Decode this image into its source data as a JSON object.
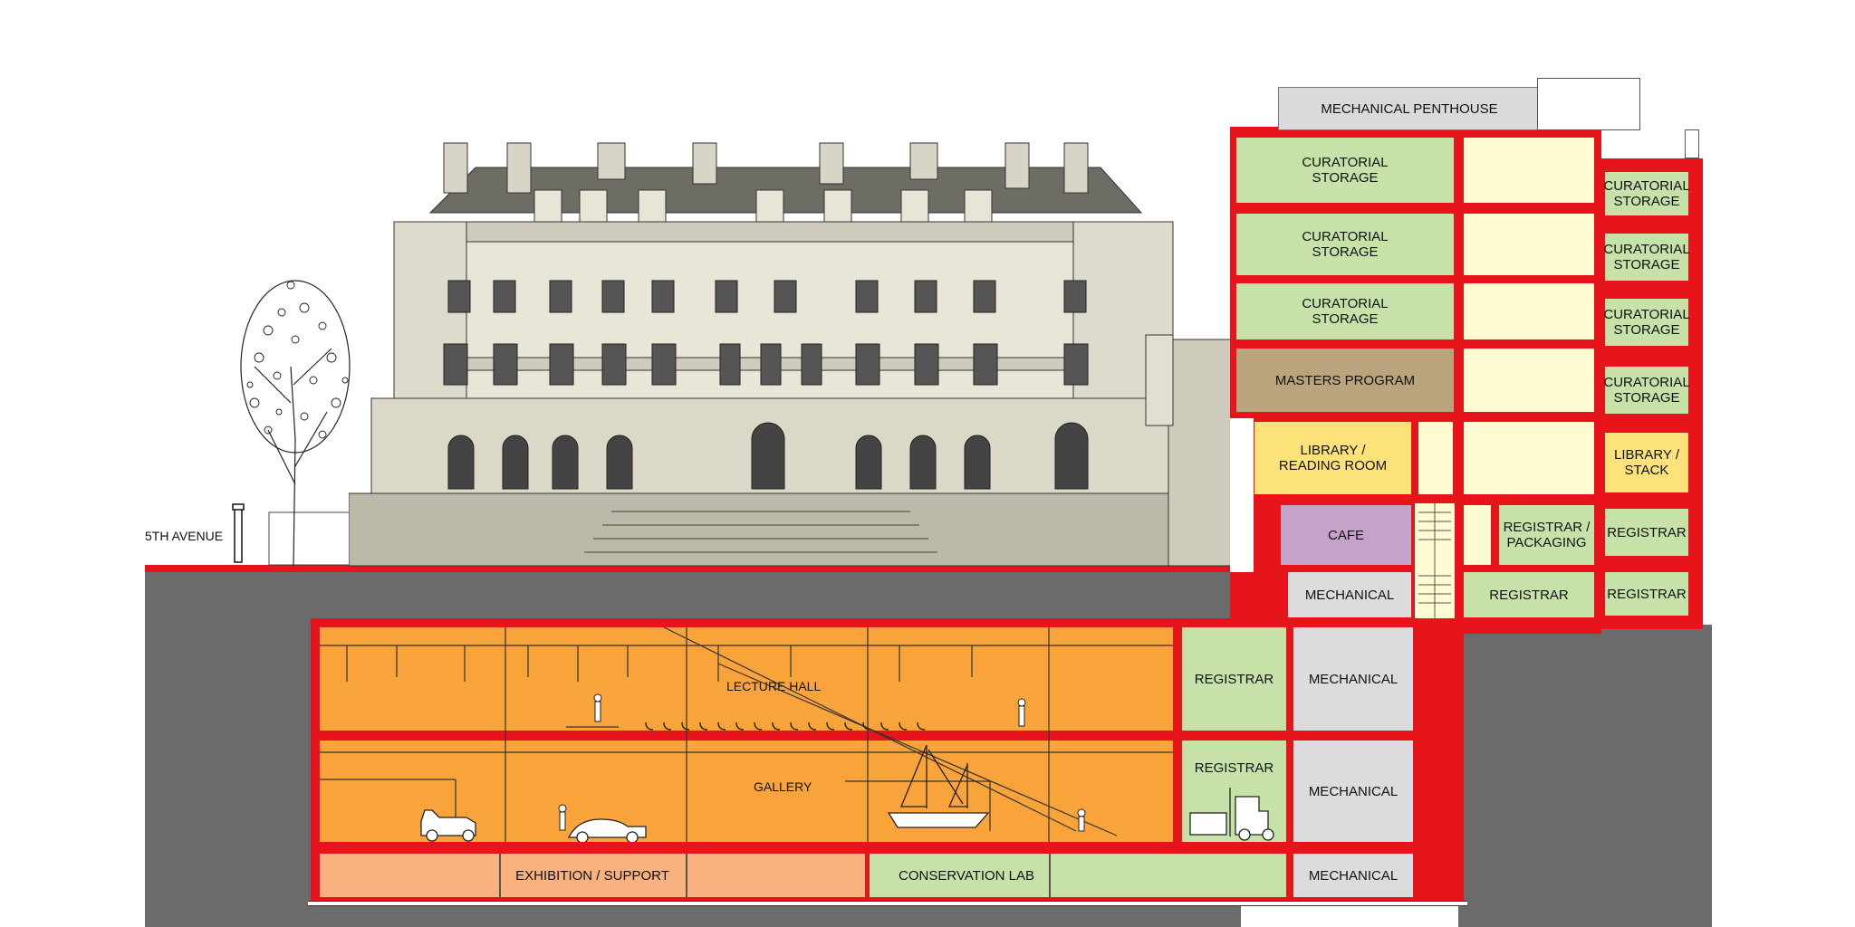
{
  "street": {
    "label": "5TH AVENUE"
  },
  "colors": {
    "structure": "#e8141b",
    "ground": "#6b6b6b",
    "storage_green": "#c6e2a8",
    "cream": "#fffbd2",
    "orange": "#f9a43a",
    "salmon": "#f9b27f",
    "yellow": "#fde27a",
    "tan": "#b9a47e",
    "purple": "#c5a2c9",
    "gray_room": "#dcdcde",
    "penthouse": "#dadadc"
  },
  "rooms": {
    "mechanical_penthouse": "MECHANICAL PENTHOUSE",
    "curatorial_storage_1": "CURATORIAL\nSTORAGE",
    "curatorial_storage_2": "CURATORIAL\nSTORAGE",
    "curatorial_storage_3": "CURATORIAL\nSTORAGE",
    "masters_program": "MASTERS PROGRAM",
    "library_reading_room": "LIBRARY /\nREADING ROOM",
    "cafe": "CAFE",
    "mechanical_upper": "MECHANICAL",
    "registrar_packaging": "REGISTRAR /\nPACKAGING",
    "registrar_mid": "REGISTRAR",
    "right_curatorial_1": "CURATORIAL\nSTORAGE",
    "right_curatorial_2": "CURATORIAL\nSTORAGE",
    "right_curatorial_3": "CURATORIAL\nSTORAGE",
    "right_curatorial_4": "CURATORIAL\nSTORAGE",
    "library_stack": "LIBRARY /\nSTACK",
    "right_registrar_1": "REGISTRAR",
    "right_registrar_2": "REGISTRAR",
    "lecture_hall": "LECTURE HALL",
    "gallery": "GALLERY",
    "registrar_b1": "REGISTRAR",
    "registrar_b2": "REGISTRAR",
    "mechanical_b1": "MECHANICAL",
    "mechanical_b2": "MECHANICAL",
    "mechanical_b3": "MECHANICAL",
    "exhibition_support": "EXHIBITION / SUPPORT",
    "conservation_lab": "CONSERVATION LAB"
  }
}
